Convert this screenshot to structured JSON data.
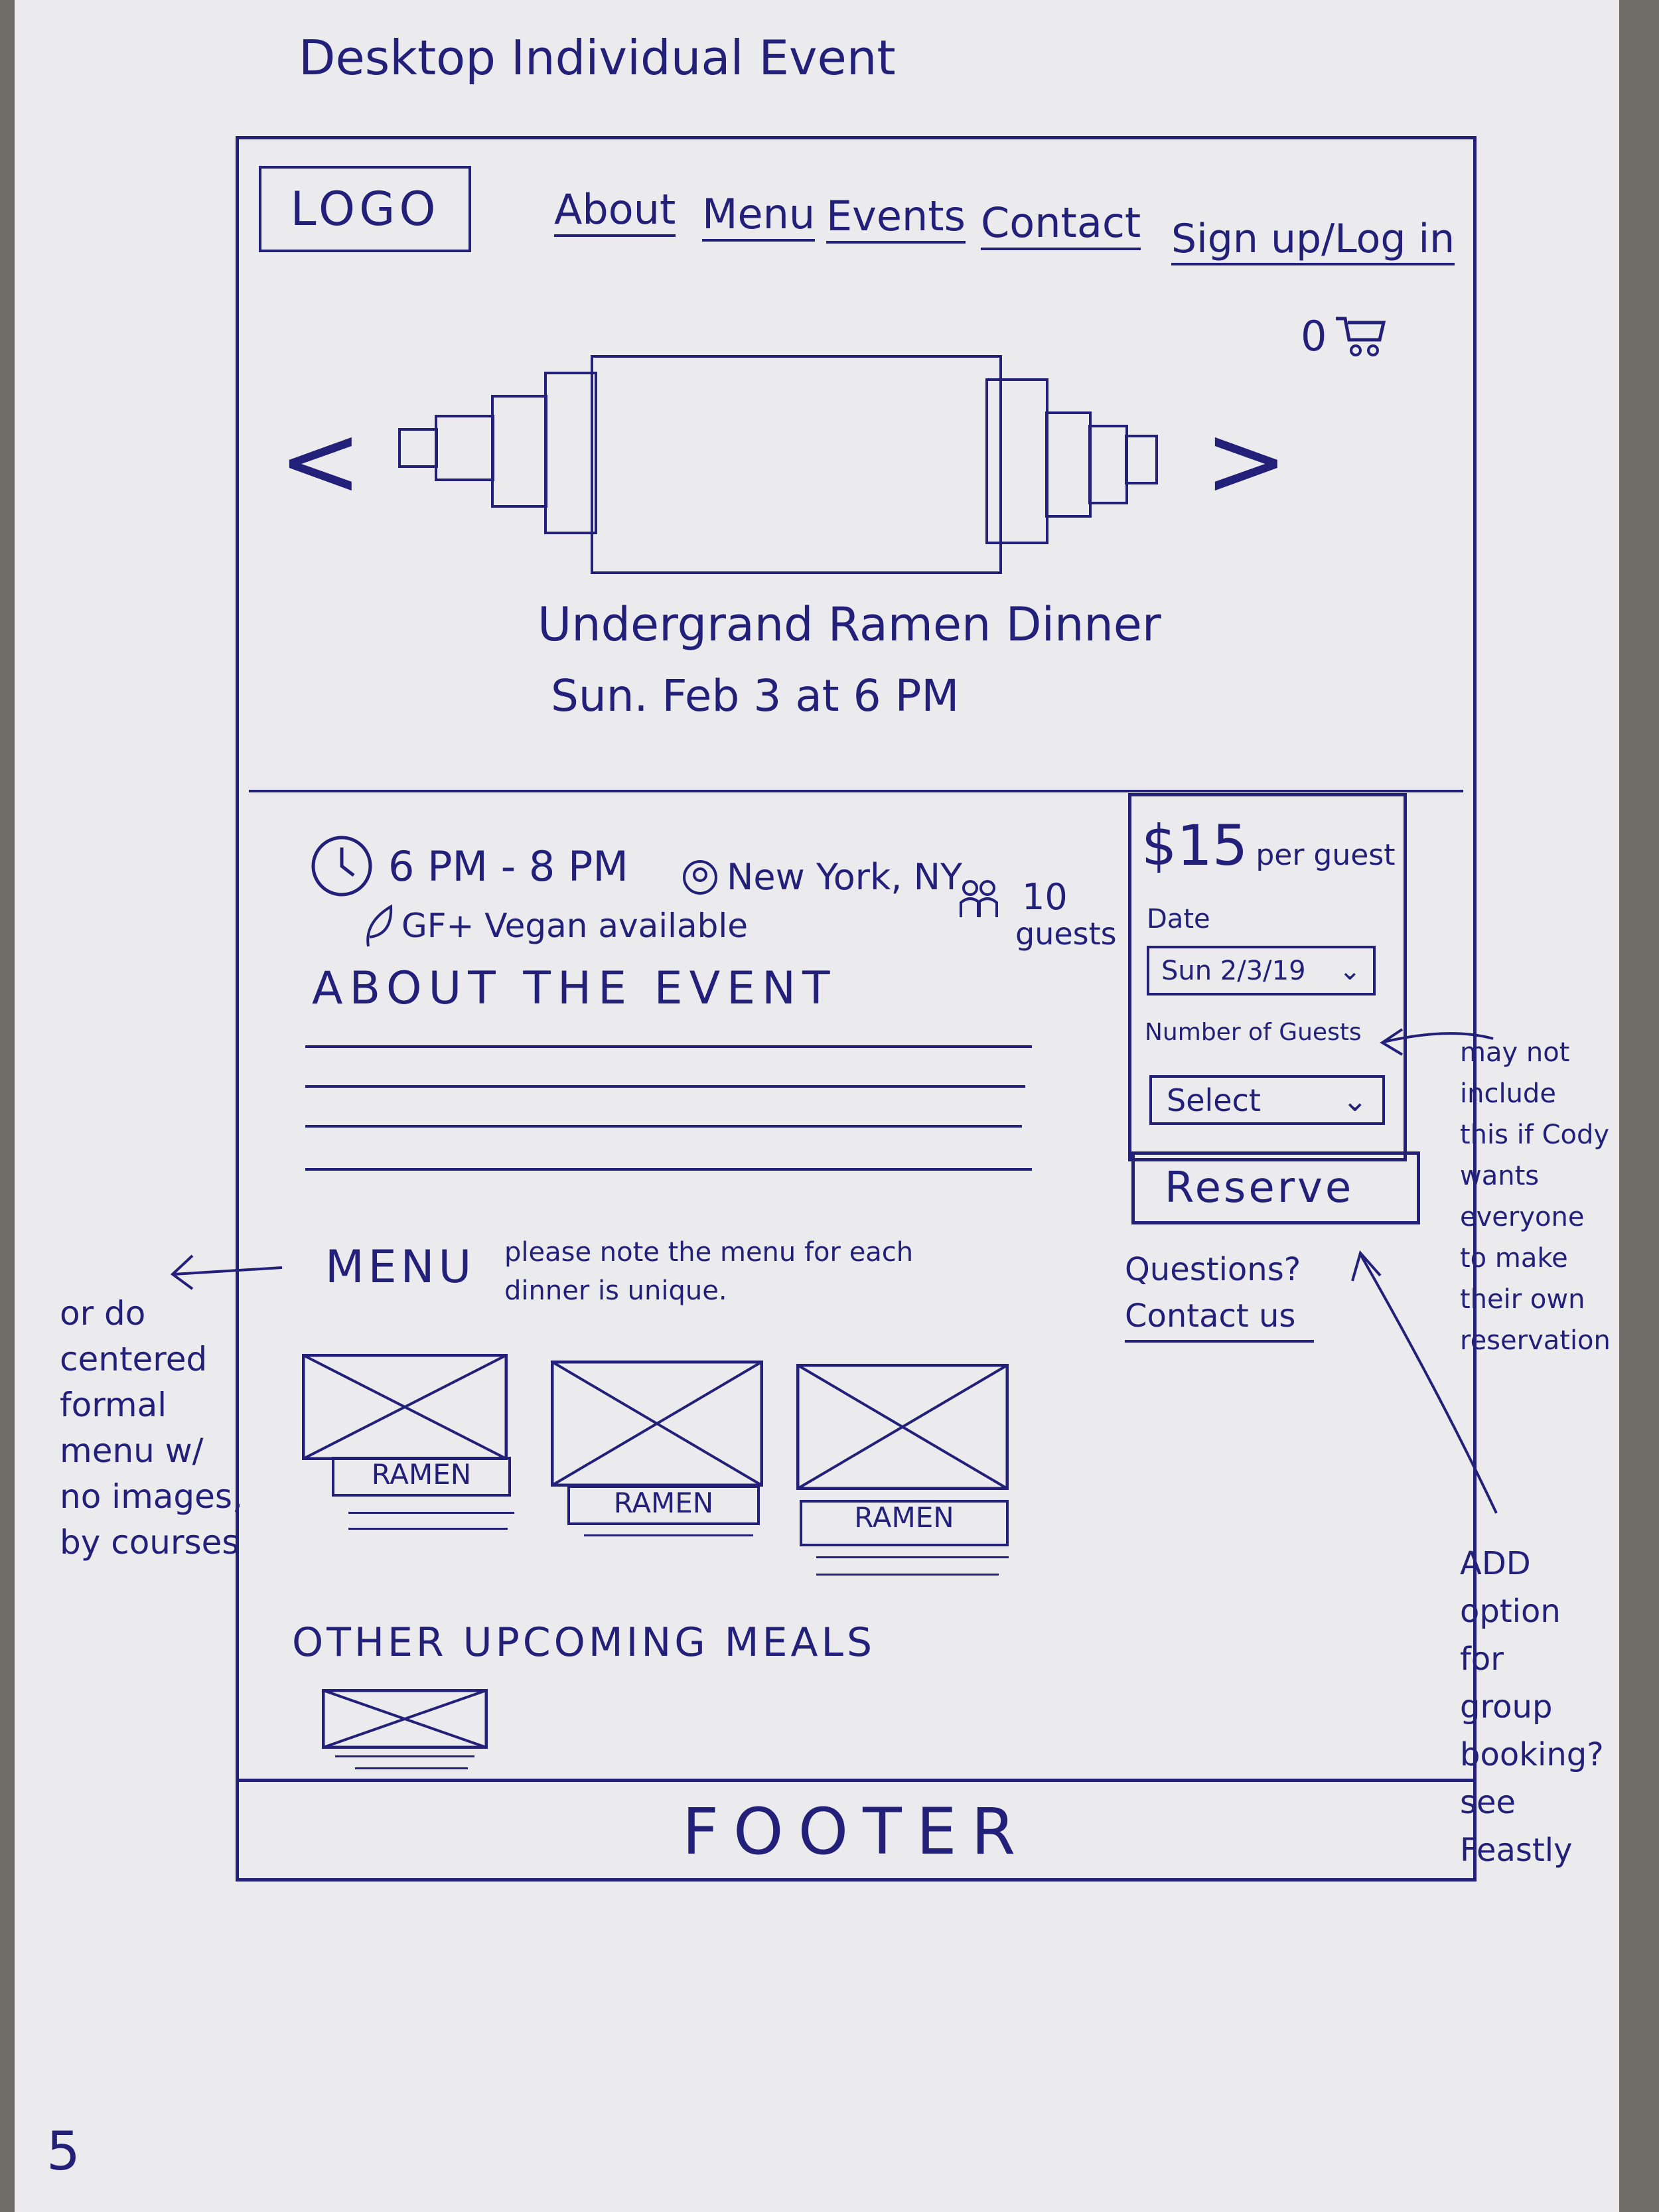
{
  "page_heading": "Desktop Individual Event",
  "page_number": "5",
  "header": {
    "logo": "LOGO",
    "nav": [
      {
        "label": "About"
      },
      {
        "label": "Menu"
      },
      {
        "label": "Events"
      },
      {
        "label": "Contact"
      }
    ],
    "auth": "Sign up/Log in",
    "cart_count": "0"
  },
  "hero": {
    "prev": "<",
    "next": ">",
    "event_title": "Undergrand Ramen Dinner",
    "event_date": "Sun. Feb 3 at 6 PM"
  },
  "details": {
    "time": "6 PM - 8 PM",
    "location": "New York, NY",
    "guests_count": "10",
    "guests_word": "guests",
    "diet": "GF+ Vegan available"
  },
  "about": {
    "heading": "ABOUT THE EVENT"
  },
  "booking": {
    "price": "$15",
    "price_unit": "per guest",
    "date_label": "Date",
    "date_value": "Sun 2/3/19",
    "guests_label": "Number of Guests",
    "guests_value": "Select",
    "reserve": "Reserve",
    "questions": "Questions?",
    "contact": "Contact us"
  },
  "menu": {
    "heading": "MENU",
    "note": "please note the menu for each dinner is unique.",
    "items": [
      {
        "label": "RAMEN"
      },
      {
        "label": "RAMEN"
      },
      {
        "label": "RAMEN"
      }
    ]
  },
  "other_meals": {
    "heading": "OTHER UPCOMING MEALS"
  },
  "footer": {
    "label": "FOOTER"
  },
  "annotations": {
    "left_note": "or do centered formal menu w/ no images, by courses",
    "guests_note": "may not include this if Cody wants everyone to make their own reservation",
    "group_note": "ADD option for group booking? see Feastly"
  }
}
